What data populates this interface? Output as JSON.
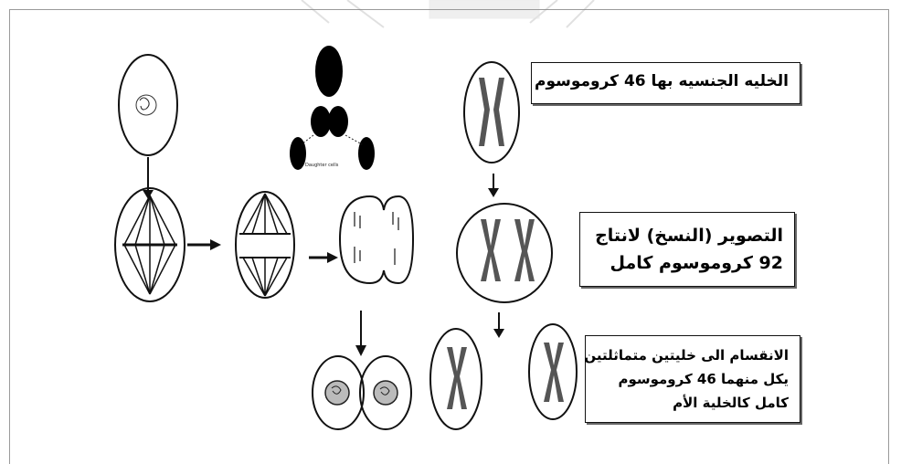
{
  "labels": {
    "haploid_note": "الخليه الجنسيه بها 46 كروموسوم",
    "replication_line1": "التصوير (النسخ) لانتاج",
    "replication_line2": "92 كروموسوم كامل",
    "division_line1": "الانقسام الى خليتين متماثلتين",
    "division_line2": "يكل منهما 46  كروموسوم",
    "division_line3": "كامل كالخلية الأم"
  },
  "small_caption": "Daughter cells",
  "colors": {
    "chromosome": "#555555",
    "outline": "#111111",
    "box_shadow": "#666666"
  }
}
